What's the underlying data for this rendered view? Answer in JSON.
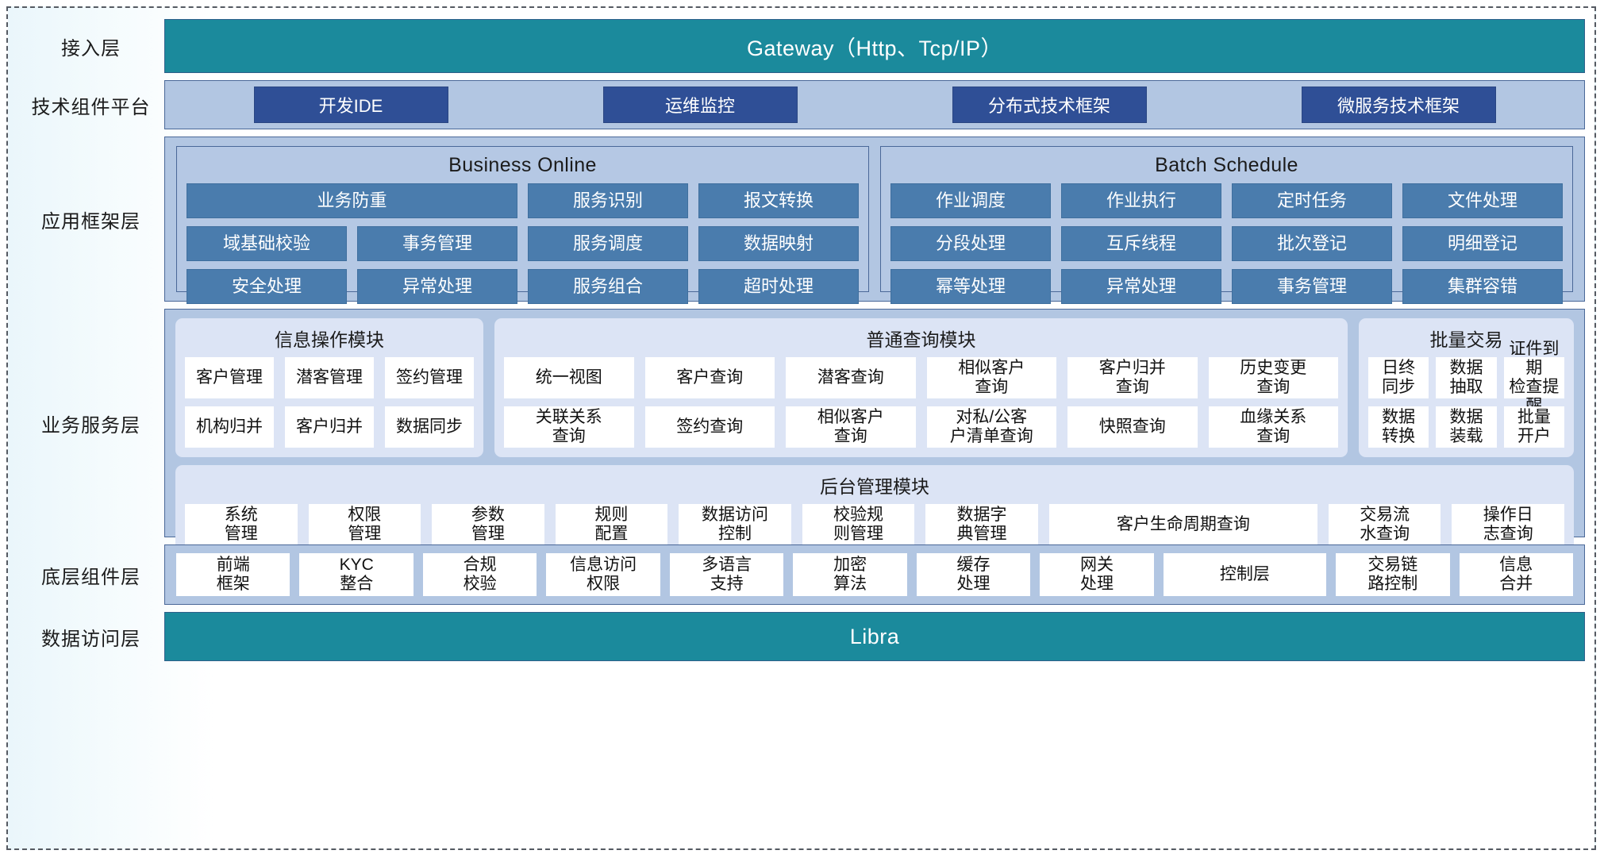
{
  "layers": [
    {
      "key": "access",
      "label": "接入层"
    },
    {
      "key": "tech",
      "label": "技术组件平台"
    },
    {
      "key": "appfw",
      "label": "应用框架层"
    },
    {
      "key": "business",
      "label": "业务服务层"
    },
    {
      "key": "components",
      "label": "底层组件层"
    },
    {
      "key": "data",
      "label": "数据访问层"
    }
  ],
  "access_layer": {
    "bar_label": "Gateway（Http、Tcp/IP）"
  },
  "tech_platform": {
    "chips": [
      "开发IDE",
      "运维监控",
      "分布式技术框架",
      "微服务技术框架"
    ]
  },
  "app_framework": {
    "groups": [
      {
        "title": "Business Online",
        "chips": [
          {
            "label": "业务防重",
            "span": 2
          },
          {
            "label": "服务识别",
            "span": 1
          },
          {
            "label": "报文转换",
            "span": 1
          },
          {
            "label": "域基础校验",
            "span": 1
          },
          {
            "label": "事务管理",
            "span": 1
          },
          {
            "label": "服务调度",
            "span": 1
          },
          {
            "label": "数据映射",
            "span": 1
          },
          {
            "label": "安全处理",
            "span": 1
          },
          {
            "label": "异常处理",
            "span": 1
          },
          {
            "label": "服务组合",
            "span": 1
          },
          {
            "label": "超时处理",
            "span": 1
          }
        ]
      },
      {
        "title": "Batch Schedule",
        "chips": [
          {
            "label": "作业调度",
            "span": 1
          },
          {
            "label": "作业执行",
            "span": 1
          },
          {
            "label": "定时任务",
            "span": 1
          },
          {
            "label": "文件处理",
            "span": 1
          },
          {
            "label": "分段处理",
            "span": 1
          },
          {
            "label": "互斥线程",
            "span": 1
          },
          {
            "label": "批次登记",
            "span": 1
          },
          {
            "label": "明细登记",
            "span": 1
          },
          {
            "label": "幂等处理",
            "span": 1
          },
          {
            "label": "异常处理",
            "span": 1
          },
          {
            "label": "事务管理",
            "span": 1
          },
          {
            "label": "集群容错",
            "span": 1
          }
        ]
      }
    ]
  },
  "business_service": {
    "info_module": {
      "title": "信息操作模块",
      "chips": [
        "客户管理",
        "潜客管理",
        "签约管理",
        "机构归并",
        "客户归并",
        "数据同步"
      ]
    },
    "query_module": {
      "title": "普通查询模块",
      "chips": [
        "统一视图",
        "客户查询",
        "潜客查询",
        "相似客户\n查询",
        "客户归并\n查询",
        "历史变更\n查询",
        "关联关系\n查询",
        "签约查询",
        "相似客户\n查询",
        "对私/公客\n户清单查询",
        "快照查询",
        "血缘关系\n查询"
      ]
    },
    "batch_module": {
      "title": "批量交易",
      "chips": [
        "日终\n同步",
        "数据\n抽取",
        "证件到期\n检查提醒",
        "数据\n转换",
        "数据\n装载",
        "批量\n开户"
      ]
    },
    "admin_module": {
      "title": "后台管理模块",
      "chips": [
        {
          "label": "系统\n管理",
          "wide": false
        },
        {
          "label": "权限\n管理",
          "wide": false
        },
        {
          "label": "参数\n管理",
          "wide": false
        },
        {
          "label": "规则\n配置",
          "wide": false
        },
        {
          "label": "数据访问\n控制",
          "wide": false
        },
        {
          "label": "校验规\n则管理",
          "wide": false
        },
        {
          "label": "数据字\n典管理",
          "wide": false
        },
        {
          "label": "客户生命周期查询",
          "wide": true
        },
        {
          "label": "交易流\n水查询",
          "wide": false
        },
        {
          "label": "操作日\n志查询",
          "wide": false
        }
      ]
    }
  },
  "component_layer": {
    "chips": [
      {
        "label": "前端\n框架",
        "wide": false
      },
      {
        "label": "KYC\n整合",
        "wide": false
      },
      {
        "label": "合规\n校验",
        "wide": false
      },
      {
        "label": "信息访问\n权限",
        "wide": false
      },
      {
        "label": "多语言\n支持",
        "wide": false
      },
      {
        "label": "加密\n算法",
        "wide": false
      },
      {
        "label": "缓存\n处理",
        "wide": false
      },
      {
        "label": "网关\n处理",
        "wide": false
      },
      {
        "label": "控制层",
        "wide": true
      },
      {
        "label": "交易链\n路控制",
        "wide": false
      },
      {
        "label": "信息\n合并",
        "wide": false
      }
    ]
  },
  "data_layer": {
    "bar_label": "Libra"
  },
  "colors": {
    "teal": "#1b8a9c",
    "panel_blue": "#b2c6e2",
    "chip_dark_blue": "#2f4f96",
    "chip_mid_blue": "#4a7cad",
    "card_lavender": "#dce4f5",
    "border_blue": "#4a6898"
  }
}
